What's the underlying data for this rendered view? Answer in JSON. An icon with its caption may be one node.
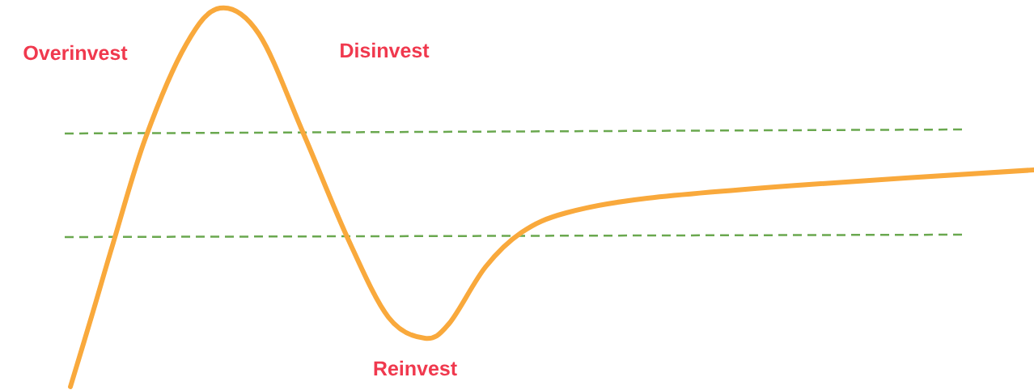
{
  "diagram": {
    "labels": [
      "Overinvest",
      "Disinvest",
      "Reinvest"
    ]
  }
}
